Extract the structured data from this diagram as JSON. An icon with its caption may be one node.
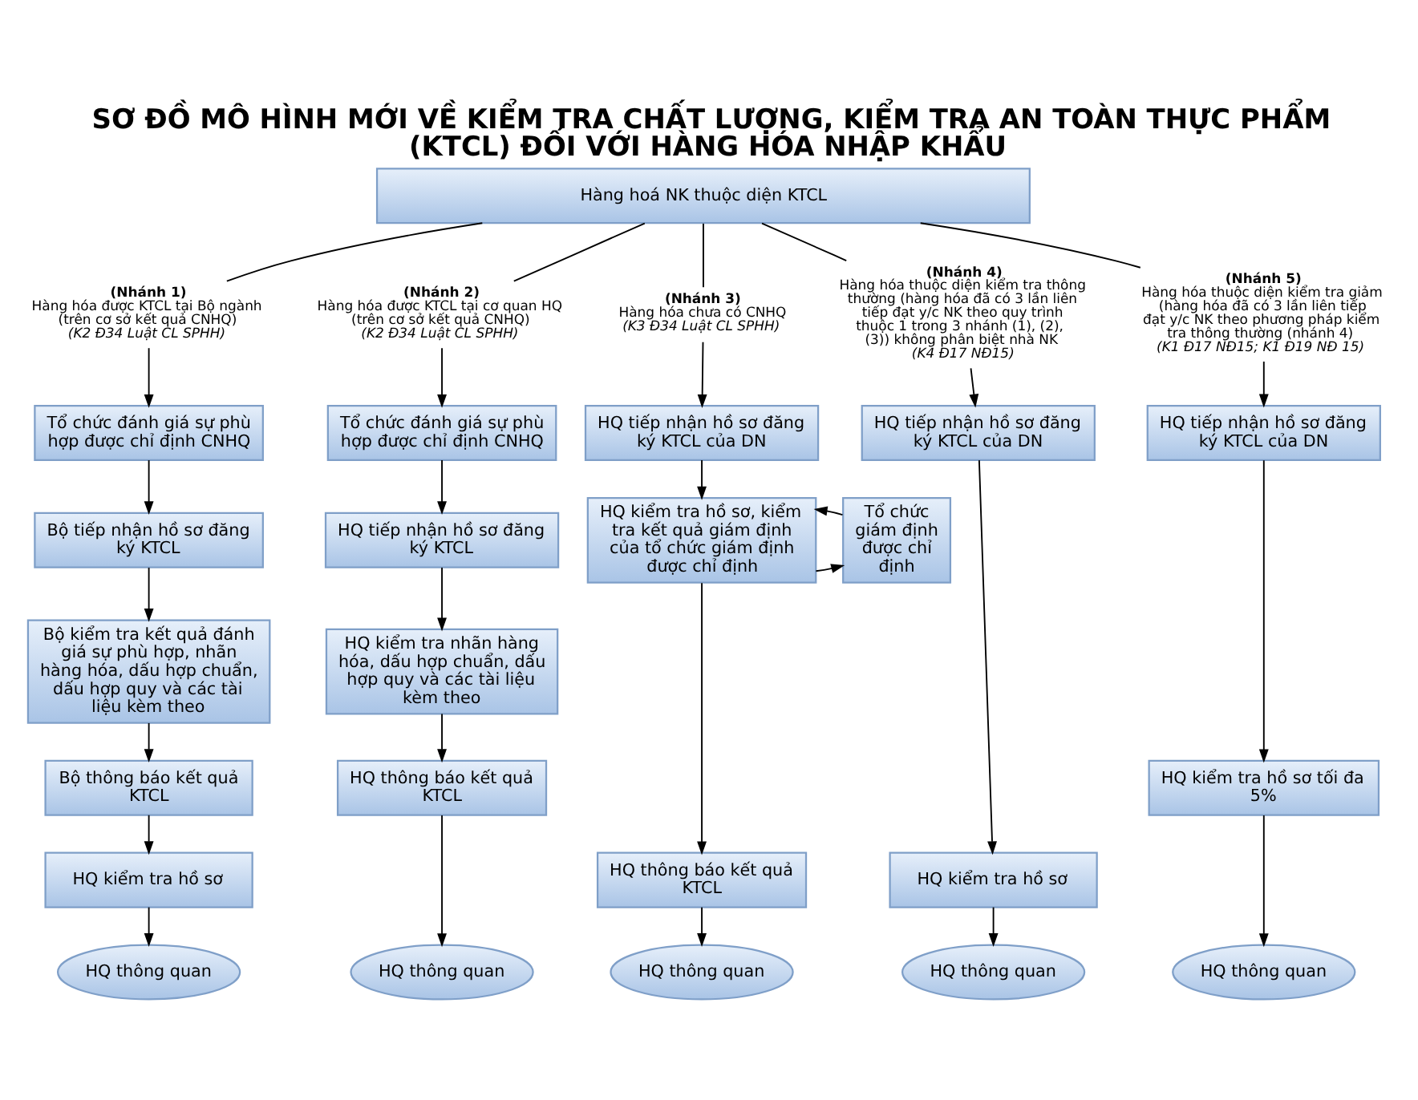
{
  "diagram": {
    "title": "SƠ ĐỒ MÔ HÌNH MỚI VỀ KIỂM TRA CHẤT LƯỢNG, KIỂM TRA AN TOÀN THỰC PHẨM (KTCL) ĐỐI VỚI HÀNG HÓA NHẬP KHẨU",
    "nodes": [
      {
        "text": [
          "Hàng hoá NK thuộc diện KTCL"
        ]
      },
      {
        "text": [
          "(Nhánh 1)",
          "Hàng hóa được KTCL tại Bộ ngành",
          "(trên cơ sở kết quả CNHQ)",
          "(K2 Đ34 Luật CL SPHH)"
        ]
      },
      {
        "text": [
          "Tổ chức đánh giá sự phù hợp được chỉ định CNHQ"
        ]
      },
      {
        "text": [
          "Bộ tiếp nhận hồ sơ đăng ký KTCL"
        ]
      },
      {
        "text": [
          "Bộ kiểm tra kết quả đánh giá sự phù hợp, nhãn hàng hóa, dấu hợp chuẩn, dấu hợp quy và các tài liệu kèm theo"
        ]
      },
      {
        "text": [
          "Bộ thông báo kết quả KTCL"
        ]
      },
      {
        "text": [
          "HQ kiểm tra hồ sơ"
        ]
      },
      {
        "text": [
          "HQ thông quan"
        ]
      },
      {
        "text": [
          "(Nhánh 2)",
          "Hàng hóa được KTCL tại cơ quan HQ",
          "(trên cơ sở kết quả CNHQ)",
          "(K2 Đ34 Luật CL SPHH)"
        ]
      },
      {
        "text": [
          "Tổ chức đánh giá sự phù hợp được chỉ định CNHQ"
        ]
      },
      {
        "text": [
          "HQ tiếp nhận hồ sơ đăng ký KTCL"
        ]
      },
      {
        "text": [
          "HQ kiểm tra nhãn hàng hóa, dấu hợp chuẩn, dấu hợp quy và các tài liệu kèm theo"
        ]
      },
      {
        "text": [
          "HQ thông báo kết quả KTCL"
        ]
      },
      {
        "text": [
          "HQ thông quan"
        ]
      },
      {
        "text": [
          "(Nhánh 3)",
          "Hàng hóa chưa có CNHQ",
          "(K3 Đ34 Luật CL SPHH)"
        ]
      },
      {
        "text": [
          "HQ tiếp nhận hồ sơ đăng ký KTCL của DN"
        ]
      },
      {
        "text": [
          "HQ kiểm tra hồ sơ, kiểm tra kết quả giám định của tổ chức giám định được chỉ định"
        ]
      },
      {
        "text": [
          "Tổ chức giám định được chỉ định"
        ]
      },
      {
        "text": [
          "HQ thông báo kết quả KTCL"
        ]
      },
      {
        "text": [
          "HQ thông quan"
        ]
      },
      {
        "text": [
          "(Nhánh 4)",
          "Hàng hóa thuộc diện kiểm tra thông thường (hàng hóa đã có 3 lần liên tiếp đạt y/c NK theo quy trình thuộc 1 trong 3 nhánh (1), (2), (3)) không phân biệt nhà NK",
          "(K4 Đ17 NĐ15)"
        ]
      },
      {
        "text": [
          "HQ tiếp nhận hồ sơ đăng ký KTCL của DN"
        ]
      },
      {
        "text": [
          "HQ kiểm tra hồ sơ"
        ]
      },
      {
        "text": [
          "HQ thông quan"
        ]
      },
      {
        "text": [
          "(Nhánh 5)",
          "Hàng hóa thuộc diện kiểm tra giảm (hàng hóa đã có 3 lần liên tiếp đạt y/c NK theo phương pháp kiểm tra thông thường (nhánh 4)",
          "(K1 Đ17 NĐ15; K1 Đ19 NĐ 15)"
        ]
      },
      {
        "text": [
          "HQ tiếp nhận hồ sơ đăng ký KTCL của DN"
        ]
      },
      {
        "text": [
          "HQ kiểm tra hồ sơ tối đa 5%"
        ]
      },
      {
        "text": [
          "HQ thông quan"
        ]
      }
    ],
    "edges": [
      {
        "from": 0,
        "to": 1,
        "arrow": "none"
      },
      {
        "from": 0,
        "to": 8,
        "arrow": "none"
      },
      {
        "from": 0,
        "to": 14,
        "arrow": "none"
      },
      {
        "from": 0,
        "to": 20,
        "arrow": "none"
      },
      {
        "from": 0,
        "to": 24,
        "arrow": "none"
      },
      {
        "from": 1,
        "to": 2,
        "arrow": "to"
      },
      {
        "from": 2,
        "to": 3,
        "arrow": "to"
      },
      {
        "from": 3,
        "to": 4,
        "arrow": "to"
      },
      {
        "from": 4,
        "to": 5,
        "arrow": "to"
      },
      {
        "from": 5,
        "to": 6,
        "arrow": "to"
      },
      {
        "from": 6,
        "to": 7,
        "arrow": "to"
      },
      {
        "from": 8,
        "to": 9,
        "arrow": "to"
      },
      {
        "from": 9,
        "to": 10,
        "arrow": "to"
      },
      {
        "from": 10,
        "to": 11,
        "arrow": "to"
      },
      {
        "from": 11,
        "to": 12,
        "arrow": "to"
      },
      {
        "from": 12,
        "to": 13,
        "arrow": "to"
      },
      {
        "from": 14,
        "to": 15,
        "arrow": "to"
      },
      {
        "from": 15,
        "to": 16,
        "arrow": "to"
      },
      {
        "from": 16,
        "to": 17,
        "arrow": "to"
      },
      {
        "from": 17,
        "to": 16,
        "arrow": "to"
      },
      {
        "from": 16,
        "to": 18,
        "arrow": "to"
      },
      {
        "from": 18,
        "to": 19,
        "arrow": "to"
      },
      {
        "from": 20,
        "to": 21,
        "arrow": "to"
      },
      {
        "from": 21,
        "to": 22,
        "arrow": "to"
      },
      {
        "from": 22,
        "to": 23,
        "arrow": "to"
      },
      {
        "from": 24,
        "to": 25,
        "arrow": "to"
      },
      {
        "from": 25,
        "to": 26,
        "arrow": "to"
      },
      {
        "from": 26,
        "to": 27,
        "arrow": "to"
      }
    ]
  }
}
